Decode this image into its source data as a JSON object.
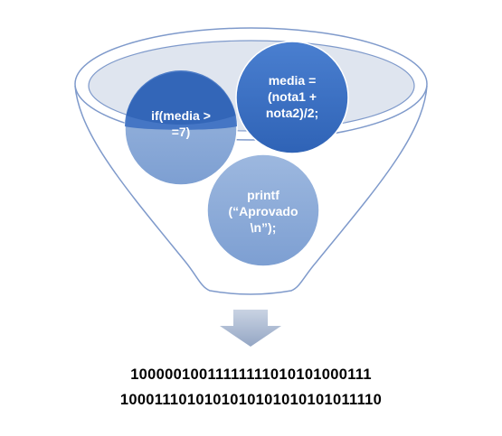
{
  "diagram": {
    "circles": [
      {
        "id": "if",
        "lines": [
          "if(media >",
          "=7)"
        ]
      },
      {
        "id": "media",
        "lines": [
          "media =",
          "(nota1 +",
          "nota2)/2;"
        ]
      },
      {
        "id": "printf",
        "lines": [
          "printf",
          "(“Aprovado",
          "\\n”);"
        ]
      }
    ],
    "binary_lines": [
      "1000001001111111101010100011 1",
      "1000111010101010101010101011110"
    ]
  }
}
